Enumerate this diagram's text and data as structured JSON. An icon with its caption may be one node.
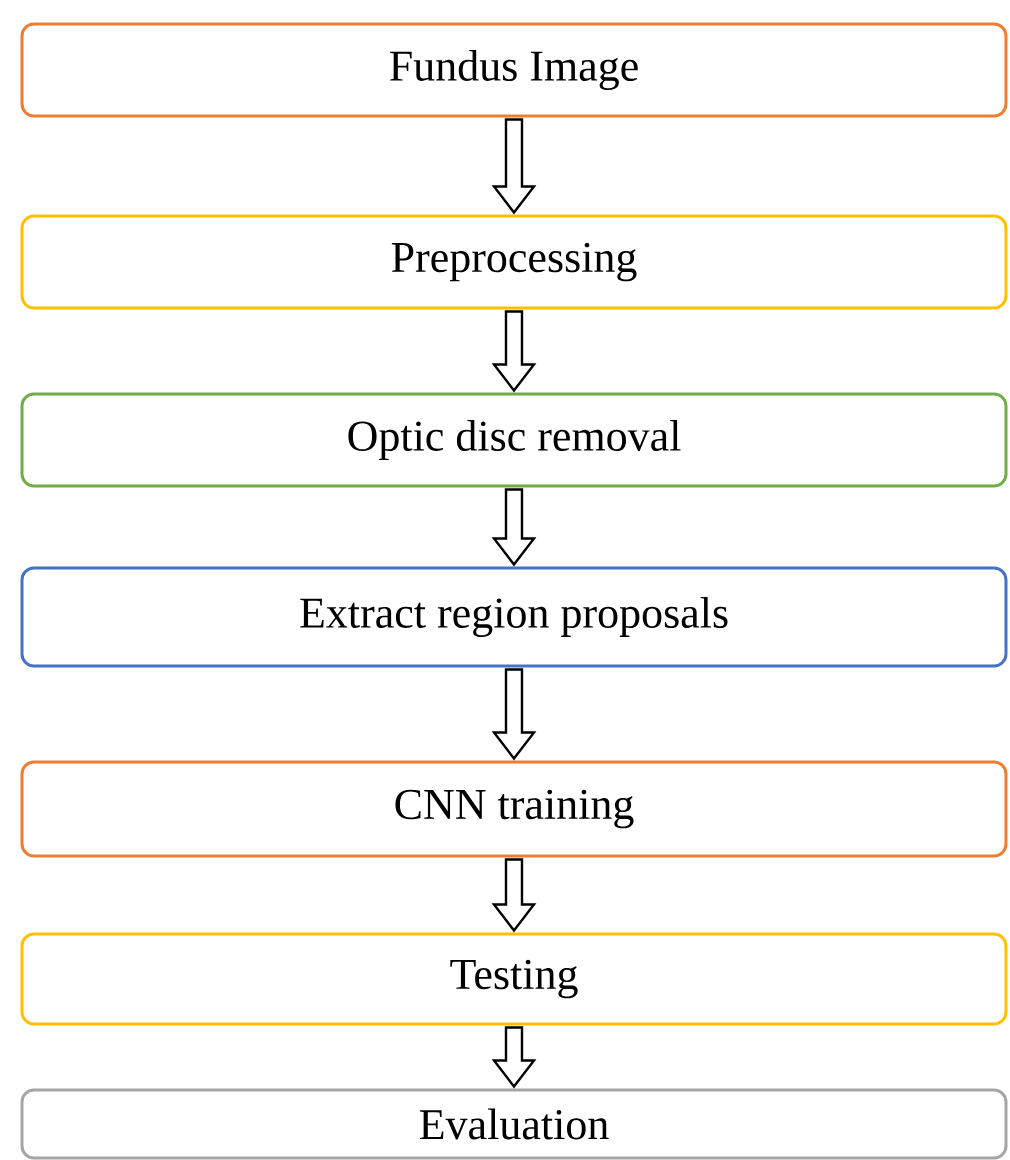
{
  "diagram": {
    "nodes": [
      {
        "text": [
          "Fundus Image"
        ]
      },
      {
        "text": [
          "Preprocessing"
        ]
      },
      {
        "text": [
          "Optic disc removal"
        ]
      },
      {
        "text": [
          "Extract region proposals"
        ]
      },
      {
        "text": [
          "CNN training"
        ]
      },
      {
        "text": [
          "Testing"
        ]
      },
      {
        "text": [
          "Evaluation"
        ]
      }
    ],
    "edges": [
      {
        "from": 0,
        "to": 1,
        "arrow": "to"
      },
      {
        "from": 1,
        "to": 2,
        "arrow": "to"
      },
      {
        "from": 2,
        "to": 3,
        "arrow": "to"
      },
      {
        "from": 3,
        "to": 4,
        "arrow": "to"
      },
      {
        "from": 4,
        "to": 5,
        "arrow": "to"
      },
      {
        "from": 5,
        "to": 6,
        "arrow": "to"
      }
    ]
  }
}
